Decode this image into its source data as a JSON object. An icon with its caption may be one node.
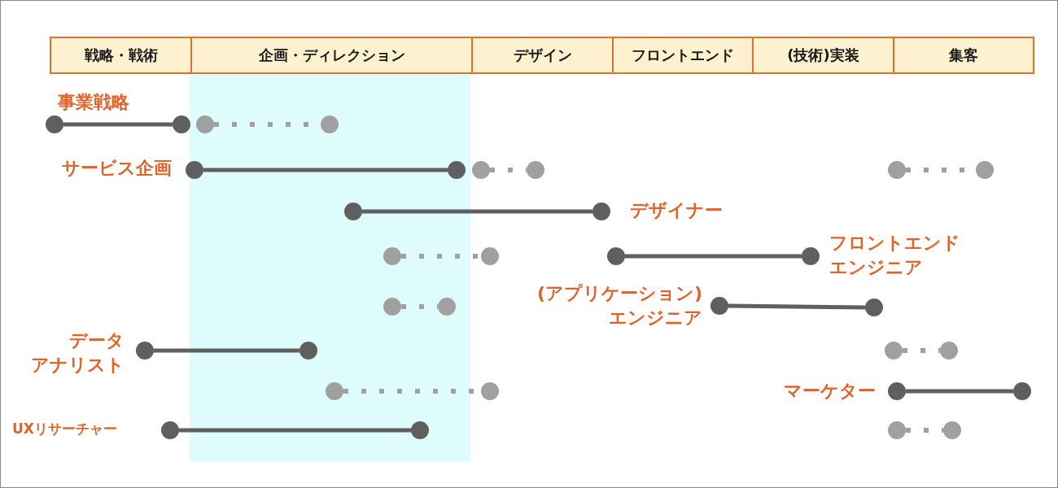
{
  "diagram": {
    "nodes": [
      {
        "text": [
          "戦略・戦術"
        ]
      },
      {
        "text": [
          "企画・ディレクション"
        ]
      },
      {
        "text": [
          "デザイン"
        ]
      },
      {
        "text": [
          "フロントエンド"
        ]
      },
      {
        "text": [
          "(技術)実装"
        ]
      },
      {
        "text": [
          "集客"
        ]
      },
      {
        "text": [],
        "shape": "circle"
      },
      {
        "text": [],
        "shape": "circle"
      },
      {
        "text": [],
        "shape": "circle"
      },
      {
        "text": [],
        "shape": "circle"
      },
      {
        "text": [],
        "shape": "circle"
      },
      {
        "text": [],
        "shape": "circle"
      },
      {
        "text": [],
        "shape": "circle"
      },
      {
        "text": [],
        "shape": "circle"
      },
      {
        "text": [],
        "shape": "circle"
      },
      {
        "text": [],
        "shape": "circle"
      },
      {
        "text": [],
        "shape": "circle"
      },
      {
        "text": [],
        "shape": "circle"
      },
      {
        "text": [],
        "shape": "circle"
      },
      {
        "text": [],
        "shape": "circle"
      },
      {
        "text": [],
        "shape": "circle"
      },
      {
        "text": [],
        "shape": "circle"
      },
      {
        "text": [],
        "shape": "circle"
      },
      {
        "text": [],
        "shape": "circle"
      },
      {
        "text": [],
        "shape": "circle"
      },
      {
        "text": [],
        "shape": "circle"
      },
      {
        "text": [],
        "shape": "circle"
      },
      {
        "text": [],
        "shape": "circle"
      },
      {
        "text": [],
        "shape": "circle"
      },
      {
        "text": [],
        "shape": "circle"
      },
      {
        "text": [],
        "shape": "circle"
      },
      {
        "text": [],
        "shape": "circle"
      },
      {
        "text": [],
        "shape": "circle"
      },
      {
        "text": [],
        "shape": "circle"
      },
      {
        "text": [],
        "shape": "circle"
      },
      {
        "text": [],
        "shape": "circle"
      },
      {
        "text": [],
        "shape": "circle"
      },
      {
        "text": [],
        "shape": "circle"
      }
    ],
    "edges": [
      {
        "from": 6,
        "to": 7,
        "arrow": "none"
      },
      {
        "from": 8,
        "to": 9,
        "arrow": "none",
        "style": "dashed",
        "color": "#a0a0a0"
      },
      {
        "from": 10,
        "to": 11,
        "arrow": "none"
      },
      {
        "from": 12,
        "to": 13,
        "arrow": "none",
        "style": "dashed",
        "color": "#a0a0a0"
      },
      {
        "from": 14,
        "to": 15,
        "arrow": "none",
        "style": "dashed",
        "color": "#a0a0a0"
      },
      {
        "from": 16,
        "to": 17,
        "arrow": "none"
      },
      {
        "from": 18,
        "to": 19,
        "arrow": "none",
        "style": "dashed",
        "color": "#a0a0a0"
      },
      {
        "from": 20,
        "to": 21,
        "arrow": "none"
      },
      {
        "from": 22,
        "to": 23,
        "arrow": "none",
        "style": "dashed",
        "color": "#a0a0a0"
      },
      {
        "from": 24,
        "to": 25,
        "arrow": "none"
      },
      {
        "from": 26,
        "to": 27,
        "arrow": "none"
      },
      {
        "from": 28,
        "to": 29,
        "arrow": "none",
        "style": "dashed",
        "color": "#a0a0a0"
      },
      {
        "from": 30,
        "to": 31,
        "arrow": "none",
        "style": "dashed",
        "color": "#a0a0a0"
      },
      {
        "from": 32,
        "to": 33,
        "arrow": "none"
      },
      {
        "from": 34,
        "to": 35,
        "arrow": "none"
      },
      {
        "from": 36,
        "to": 37,
        "arrow": "none",
        "style": "dashed",
        "color": "#a0a0a0"
      }
    ],
    "labels": [
      "事業戦略",
      "サービス企画",
      "デザイナー",
      "フロントエンドエンジニア",
      "(アプリケーション)エンジニア",
      "データアナリスト",
      "マーケター",
      "UXリサーチャー"
    ]
  }
}
